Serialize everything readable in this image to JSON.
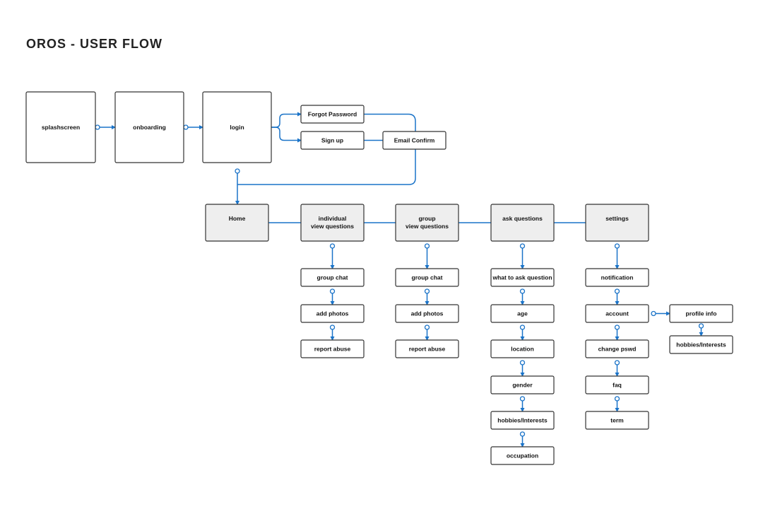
{
  "title": "OROS - USER FLOW",
  "colors": {
    "line": "#1a73c8",
    "box_border": "#333333",
    "box_fill": "#ffffff",
    "section_fill": "#eeeeee"
  },
  "nodes": [
    {
      "id": "splashscreen",
      "label": [
        "splashscreen"
      ],
      "style": "screen"
    },
    {
      "id": "onboarding",
      "label": [
        "onboarding"
      ],
      "style": "screen"
    },
    {
      "id": "login",
      "label": [
        "login"
      ],
      "style": "screen"
    },
    {
      "id": "forgot-password",
      "label": [
        "Forgot Password"
      ],
      "style": "item"
    },
    {
      "id": "sign-up",
      "label": [
        "Sign up"
      ],
      "style": "item"
    },
    {
      "id": "email-confirm",
      "label": [
        "Email Confirm"
      ],
      "style": "item"
    },
    {
      "id": "home",
      "label": [
        "Home"
      ],
      "style": "section"
    },
    {
      "id": "individual-view-questions",
      "label": [
        "individual",
        "view questions"
      ],
      "style": "section"
    },
    {
      "id": "group-view-questions",
      "label": [
        "group",
        "view questions"
      ],
      "style": "section"
    },
    {
      "id": "ask-questions",
      "label": [
        "ask questions"
      ],
      "style": "section"
    },
    {
      "id": "settings",
      "label": [
        "settings"
      ],
      "style": "section"
    },
    {
      "id": "ind-group-chat",
      "label": [
        "group chat"
      ],
      "style": "item"
    },
    {
      "id": "ind-add-photos",
      "label": [
        "add photos"
      ],
      "style": "item"
    },
    {
      "id": "ind-report-abuse",
      "label": [
        "report abuse"
      ],
      "style": "item"
    },
    {
      "id": "grp-group-chat",
      "label": [
        "group chat"
      ],
      "style": "item"
    },
    {
      "id": "grp-add-photos",
      "label": [
        "add photos"
      ],
      "style": "item"
    },
    {
      "id": "grp-report-abuse",
      "label": [
        "report abuse"
      ],
      "style": "item"
    },
    {
      "id": "what-to-ask-question",
      "label": [
        "what to ask question"
      ],
      "style": "item"
    },
    {
      "id": "age",
      "label": [
        "age"
      ],
      "style": "item"
    },
    {
      "id": "location",
      "label": [
        "location"
      ],
      "style": "item"
    },
    {
      "id": "gender",
      "label": [
        "gender"
      ],
      "style": "item"
    },
    {
      "id": "ask-hobbies-interests",
      "label": [
        "hobbies/Interests"
      ],
      "style": "item"
    },
    {
      "id": "occupation",
      "label": [
        "occupation"
      ],
      "style": "item"
    },
    {
      "id": "notification",
      "label": [
        "notification"
      ],
      "style": "item"
    },
    {
      "id": "account",
      "label": [
        "account"
      ],
      "style": "item"
    },
    {
      "id": "change-pswd",
      "label": [
        "change pswd"
      ],
      "style": "item"
    },
    {
      "id": "faq",
      "label": [
        "faq"
      ],
      "style": "item"
    },
    {
      "id": "term",
      "label": [
        "term"
      ],
      "style": "item"
    },
    {
      "id": "profile-info",
      "label": [
        "profile info"
      ],
      "style": "item"
    },
    {
      "id": "profile-hobbies-interests",
      "label": [
        "hobbies/Interests"
      ],
      "style": "item"
    }
  ],
  "edges": [
    {
      "from": "splashscreen",
      "to": "onboarding"
    },
    {
      "from": "onboarding",
      "to": "login"
    },
    {
      "from": "login",
      "to": "forgot-password"
    },
    {
      "from": "login",
      "to": "sign-up"
    },
    {
      "from": "sign-up",
      "to": "email-confirm"
    },
    {
      "from": "forgot-password",
      "to": "email-confirm"
    },
    {
      "from": "email-confirm",
      "to": "home"
    },
    {
      "from": "login",
      "to": "home"
    },
    {
      "from": "home",
      "to": "individual-view-questions"
    },
    {
      "from": "individual-view-questions",
      "to": "group-view-questions"
    },
    {
      "from": "group-view-questions",
      "to": "ask-questions"
    },
    {
      "from": "ask-questions",
      "to": "settings"
    },
    {
      "from": "individual-view-questions",
      "to": "ind-group-chat"
    },
    {
      "from": "ind-group-chat",
      "to": "ind-add-photos"
    },
    {
      "from": "ind-add-photos",
      "to": "ind-report-abuse"
    },
    {
      "from": "group-view-questions",
      "to": "grp-group-chat"
    },
    {
      "from": "grp-group-chat",
      "to": "grp-add-photos"
    },
    {
      "from": "grp-add-photos",
      "to": "grp-report-abuse"
    },
    {
      "from": "ask-questions",
      "to": "what-to-ask-question"
    },
    {
      "from": "what-to-ask-question",
      "to": "age"
    },
    {
      "from": "age",
      "to": "location"
    },
    {
      "from": "location",
      "to": "gender"
    },
    {
      "from": "gender",
      "to": "ask-hobbies-interests"
    },
    {
      "from": "ask-hobbies-interests",
      "to": "occupation"
    },
    {
      "from": "settings",
      "to": "notification"
    },
    {
      "from": "notification",
      "to": "account"
    },
    {
      "from": "account",
      "to": "change-pswd"
    },
    {
      "from": "change-pswd",
      "to": "faq"
    },
    {
      "from": "faq",
      "to": "term"
    },
    {
      "from": "account",
      "to": "profile-info"
    },
    {
      "from": "profile-info",
      "to": "profile-hobbies-interests"
    }
  ]
}
